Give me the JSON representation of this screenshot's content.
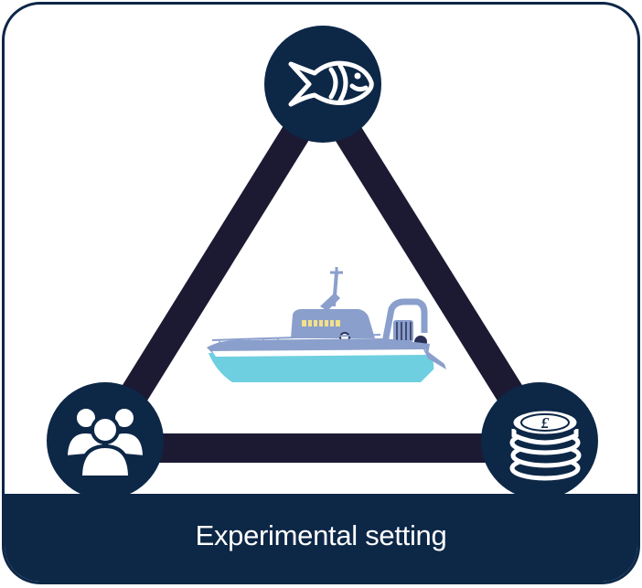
{
  "caption": "Experimental setting",
  "nodes": [
    {
      "id": "fish",
      "icon": "fish-icon"
    },
    {
      "id": "people",
      "icon": "people-group-icon"
    },
    {
      "id": "money",
      "icon": "pound-coins-icon"
    }
  ],
  "center_image": "fishing-boat-icon",
  "colors": {
    "frame": "#0d2747",
    "footer": "#0d2747",
    "triangle": "#1c1a33",
    "node_fill": "#0d2747",
    "icon_white": "#ffffff",
    "boat_hull": "#6ecfe0",
    "boat_deck": "#8a9fcc",
    "boat_highlight": "#f2e08a"
  },
  "coin_symbol": "£"
}
